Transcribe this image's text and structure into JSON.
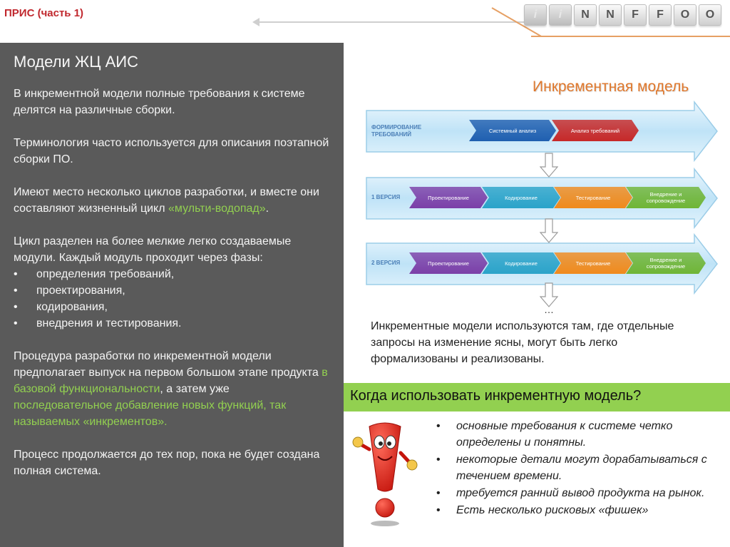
{
  "header": {
    "course_title": "ПРИС (часть 1)",
    "logo_letters": [
      "i",
      "i",
      "N",
      "N",
      "F",
      "F",
      "O",
      "O"
    ],
    "accent_color": "#c0272d"
  },
  "left_panel": {
    "title": "Модели ЖЦ АИС",
    "p1": "В инкрементной модели полные требования к системе делятся на различные сборки.",
    "p2": "Терминология часто используется для описания поэтапной сборки ПО.",
    "p3_text": "Имеют место несколько циклов разработки, и вместе они составляют жизненный цикл ",
    "p3_highlight": "«мульти-водопад»",
    "p3_end": ".",
    "p4": "Цикл разделен на более мелкие легко создаваемые модули. Каждый модуль проходит через фазы:",
    "phases": [
      "определения требований,",
      "проектирования,",
      "кодирования,",
      "внедрения и тестирования."
    ],
    "p5_a": "Процедура разработки по инкрементной модели предполагает выпуск на первом большом этапе продукта ",
    "p5_hl1": "в базовой функциональности",
    "p5_b": ", а затем уже ",
    "p5_hl2": "последовательное добавление новых функций, так называемых «инкрементов».",
    "p6": "Процесс продолжается до тех пор, пока не будет создана полная система.",
    "highlight_color": "#92d050"
  },
  "diagram": {
    "title": "Инкрементная модель",
    "rows": [
      {
        "label": "ФОРМИРОВАНИЕ ТРЕБОВАНИЙ",
        "stages": [
          {
            "text": "Системный анализ",
            "color": "#1f5fb0"
          },
          {
            "text": "Анализ требований",
            "color": "#c62828"
          }
        ]
      },
      {
        "label": "1 ВЕРСИЯ",
        "stages": [
          {
            "text": "Проектирование",
            "color": "#7b3fa8"
          },
          {
            "text": "Кодирование",
            "color": "#2aa3c9"
          },
          {
            "text": "Тестирование",
            "color": "#f08a1c"
          },
          {
            "text": "Внедрение и сопровождение",
            "color": "#6fb536"
          }
        ]
      },
      {
        "label": "2 ВЕРСИЯ",
        "stages": [
          {
            "text": "Проектирование",
            "color": "#7b3fa8"
          },
          {
            "text": "Кодирование",
            "color": "#2aa3c9"
          },
          {
            "text": "Тестирование",
            "color": "#f08a1c"
          },
          {
            "text": "Внедрение и сопровождение",
            "color": "#6fb536"
          }
        ]
      }
    ],
    "ellipsis": "…"
  },
  "description": "Инкрементные модели используются там, где отдельные запросы на изменение ясны, могут быть легко формализованы и реализованы.",
  "when": {
    "title": "Когда использовать инкрементную модель?",
    "items": [
      "основные требования к системе четко определены и понятны.",
      "некоторые детали могут дорабатываться с течением времени.",
      "требуется ранний вывод продукта на рынок.",
      "Есть несколько рисковых «фишек»"
    ],
    "bar_color": "#92d050",
    "mascot_icon": "exclamation-mark-mascot"
  }
}
